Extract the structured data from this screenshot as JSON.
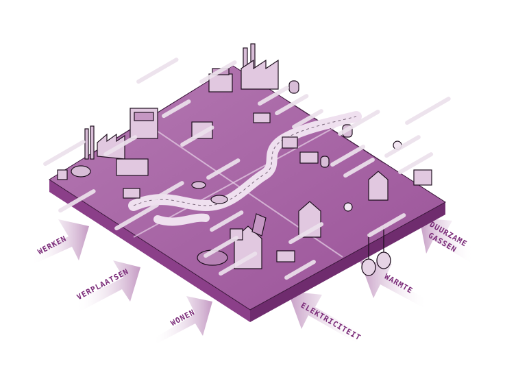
{
  "colors": {
    "platform_top": "#a45ea2",
    "platform_top_light": "#c79bc5",
    "platform_side_left": "#8b3f89",
    "platform_side_right": "#6f2c6e",
    "road": "#efe0ef",
    "arrow_fill": "#c9a0c8",
    "arrow_text": "#7a2a78",
    "outline": "#1e0f1e",
    "label_pill": "#ece1ec"
  },
  "arrows": [
    {
      "id": "werken",
      "label": "WERKEN"
    },
    {
      "id": "verplaatsen",
      "label": "VERPLAATSEN"
    },
    {
      "id": "wonen",
      "label": "WONEN"
    },
    {
      "id": "elektriciteit",
      "label": "ELEKTRICITEIT"
    },
    {
      "id": "warmte",
      "label": "WARMTE"
    },
    {
      "id": "duurzame-gassen",
      "label": "DUURZAME\nGASSEN",
      "line1": "DUURZAME",
      "line2": "GASSEN"
    }
  ]
}
